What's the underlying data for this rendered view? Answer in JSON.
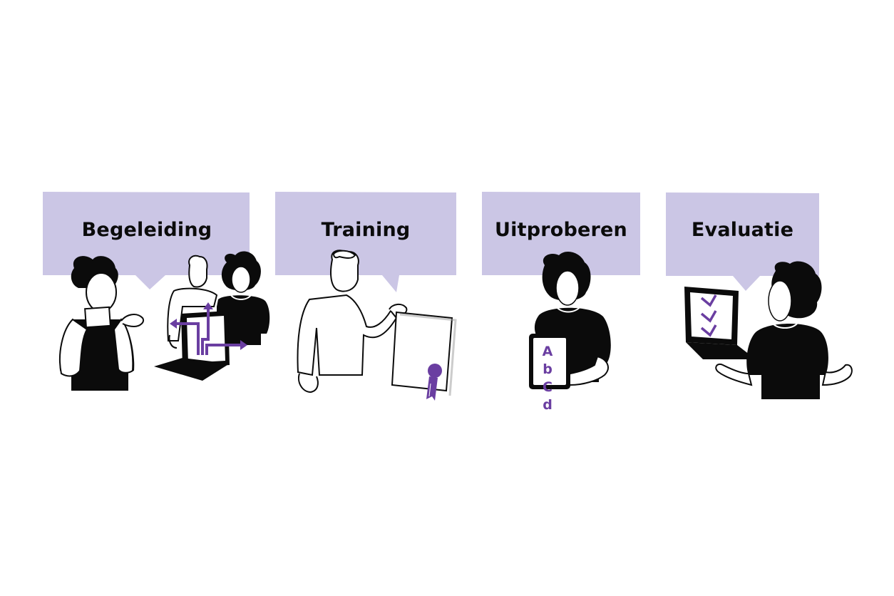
{
  "colors": {
    "bubble": "#cbc6e5",
    "accent": "#6a3ea1",
    "ink": "#0b0b0b",
    "paper": "#ffffff"
  },
  "steps": [
    {
      "label": "Begeleiding",
      "icon": "laptop-arrows-icon"
    },
    {
      "label": "Training",
      "icon": "certificate-icon"
    },
    {
      "label": "Uitproberen",
      "icon": "tablet-icon",
      "tablet_text": [
        "A b",
        "C d"
      ]
    },
    {
      "label": "Evaluatie",
      "icon": "checklist-laptop-icon"
    }
  ]
}
